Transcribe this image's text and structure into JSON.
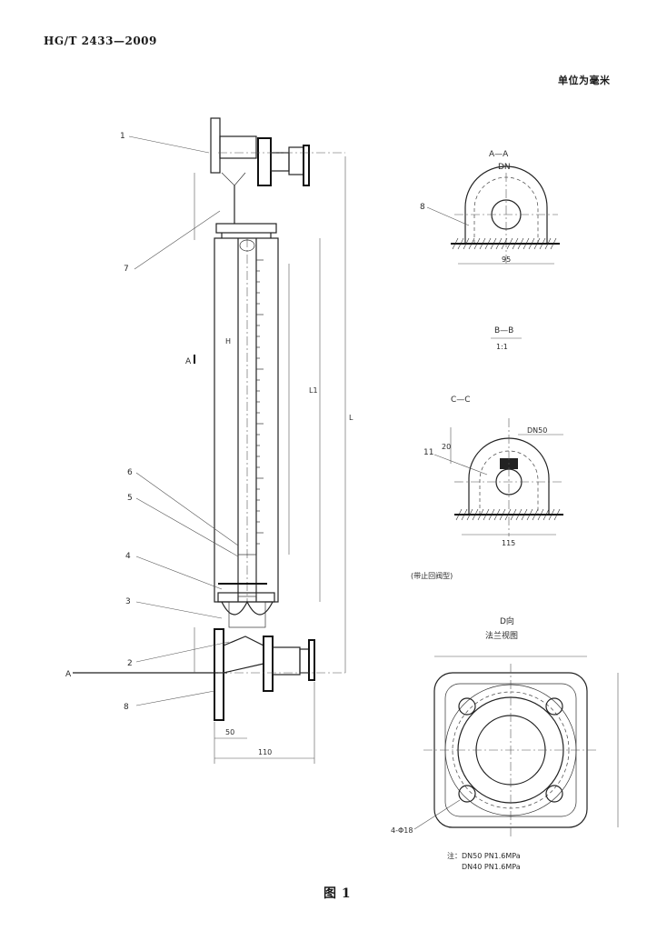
{
  "header": {
    "standard_code": "HG/T 2433—2009",
    "title": "单位为毫米"
  },
  "caption": "图 1",
  "main_view": {
    "part_labels": [
      "1",
      "2",
      "3",
      "4",
      "5",
      "6",
      "7",
      "8"
    ],
    "section_marks": [
      "A",
      "A"
    ],
    "dims": {
      "width_a": "50",
      "width_b": "110",
      "height_total": "L",
      "height_h": "H",
      "height_l": "L1"
    }
  },
  "view_aa": {
    "title": "A—A",
    "note": "DN",
    "part_label": "8",
    "dim": "95"
  },
  "view_bb": {
    "title": "B—B",
    "scale": "1:1"
  },
  "view_cc": {
    "title": "C—C",
    "note": "DN50",
    "part_label": "11",
    "dim_height": "20",
    "dim_width": "115",
    "caption": "(带止回阀型)"
  },
  "view_d": {
    "title": "D向",
    "subtitle": "法兰视图",
    "hole_label": "4-Φ18",
    "notes": [
      "注：DN50 PN1.6MPa",
      "DN40 PN1.6MPa"
    ]
  },
  "colors": {
    "line": "#222222",
    "paper": "#ffffff"
  }
}
